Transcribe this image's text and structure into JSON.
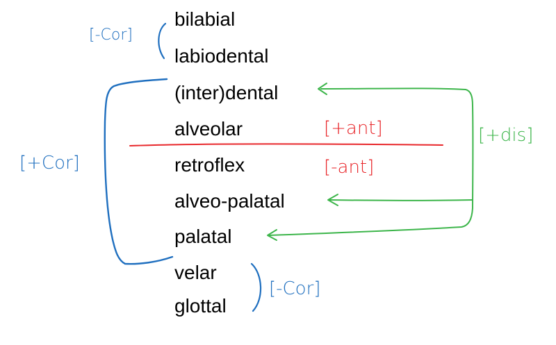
{
  "places": [
    "bilabial",
    "labiodental",
    "(inter)dental",
    "alveolar",
    "retroflex",
    "alveo-palatal",
    "palatal",
    "velar",
    "glottal"
  ],
  "features": {
    "minus_cor_top": "[-Cor]",
    "plus_cor": "[+Cor]",
    "plus_ant": "[+ant]",
    "minus_ant": "[-ant]",
    "plus_dis": "[+dis]",
    "minus_cor_bottom": "[-Cor]"
  },
  "colors": {
    "coronal": "#1f6fbf",
    "anterior": "#e8262a",
    "distributed": "#3cb54a"
  }
}
